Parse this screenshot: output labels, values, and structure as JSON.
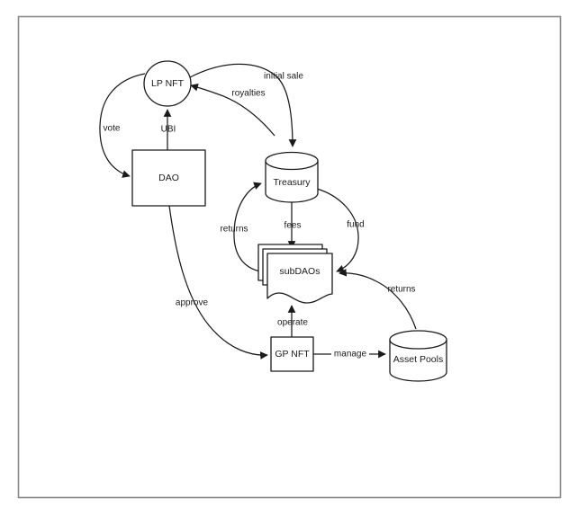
{
  "diagram": {
    "title": "DAO / LP NFT token economy flow diagram",
    "frame": {
      "name": "page-border"
    },
    "colors": {
      "stroke": "#1a1a1a",
      "fill": "#ffffff",
      "frame_stroke": "#888888",
      "background": "#ffffff"
    },
    "nodes": [
      {
        "id": "lp_nft",
        "label": "LP NFT",
        "shape": "ellipse"
      },
      {
        "id": "dao",
        "label": "DAO",
        "shape": "rectangle"
      },
      {
        "id": "treasury",
        "label": "Treasury",
        "shape": "cylinder"
      },
      {
        "id": "subdaos",
        "label": "subDAOs",
        "shape": "stacked-document"
      },
      {
        "id": "gp_nft",
        "label": "GP NFT",
        "shape": "rectangle"
      },
      {
        "id": "asset_pools",
        "label": "Asset Pools",
        "shape": "cylinder"
      }
    ],
    "edges": [
      {
        "id": "e_vote",
        "label": "vote",
        "from": "lp_nft",
        "to": "dao"
      },
      {
        "id": "e_ubi",
        "label": "UBI",
        "from": "dao",
        "to": "lp_nft"
      },
      {
        "id": "e_initial_sale",
        "label": "initial sale",
        "from": "lp_nft",
        "to": "treasury"
      },
      {
        "id": "e_royalties",
        "label": "royalties",
        "from": "treasury",
        "to": "lp_nft"
      },
      {
        "id": "e_fees",
        "label": "fees",
        "from": "treasury",
        "to": "subdaos"
      },
      {
        "id": "e_fund",
        "label": "fund",
        "from": "treasury",
        "to": "subdaos"
      },
      {
        "id": "e_returns_t",
        "label": "returns",
        "from": "subdaos",
        "to": "treasury"
      },
      {
        "id": "e_returns_a",
        "label": "returns",
        "from": "asset_pools",
        "to": "subdaos"
      },
      {
        "id": "e_approve",
        "label": "approve",
        "from": "dao",
        "to": "gp_nft"
      },
      {
        "id": "e_operate",
        "label": "operate",
        "from": "gp_nft",
        "to": "subdaos"
      },
      {
        "id": "e_manage",
        "label": "manage",
        "from": "gp_nft",
        "to": "asset_pools"
      }
    ]
  }
}
